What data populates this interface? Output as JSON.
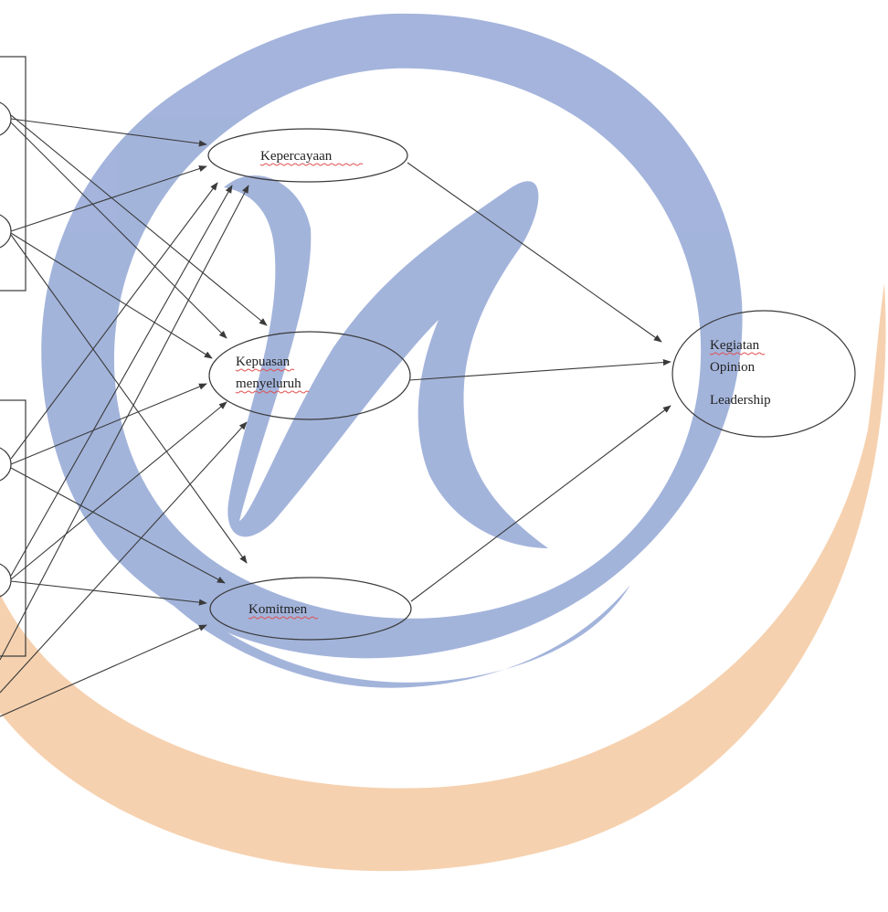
{
  "colors": {
    "watermark_blue": "#9fb0da",
    "watermark_orange": "#f2bf8f",
    "line": "#3a3a3a",
    "spellcheck_underline": "#e05050"
  },
  "nodes": {
    "kepercayaan": {
      "lines": [
        "Kepercayaan"
      ]
    },
    "kepuasan": {
      "lines": [
        "Kepuasan",
        "menyeluruh"
      ]
    },
    "komitmen": {
      "lines": [
        "Komitmen"
      ]
    },
    "kegiatan": {
      "lines": [
        "Kegiatan",
        "Opinion",
        "Leadership"
      ]
    }
  },
  "watermark": {
    "logo_name": "w-at-sign-logo"
  }
}
